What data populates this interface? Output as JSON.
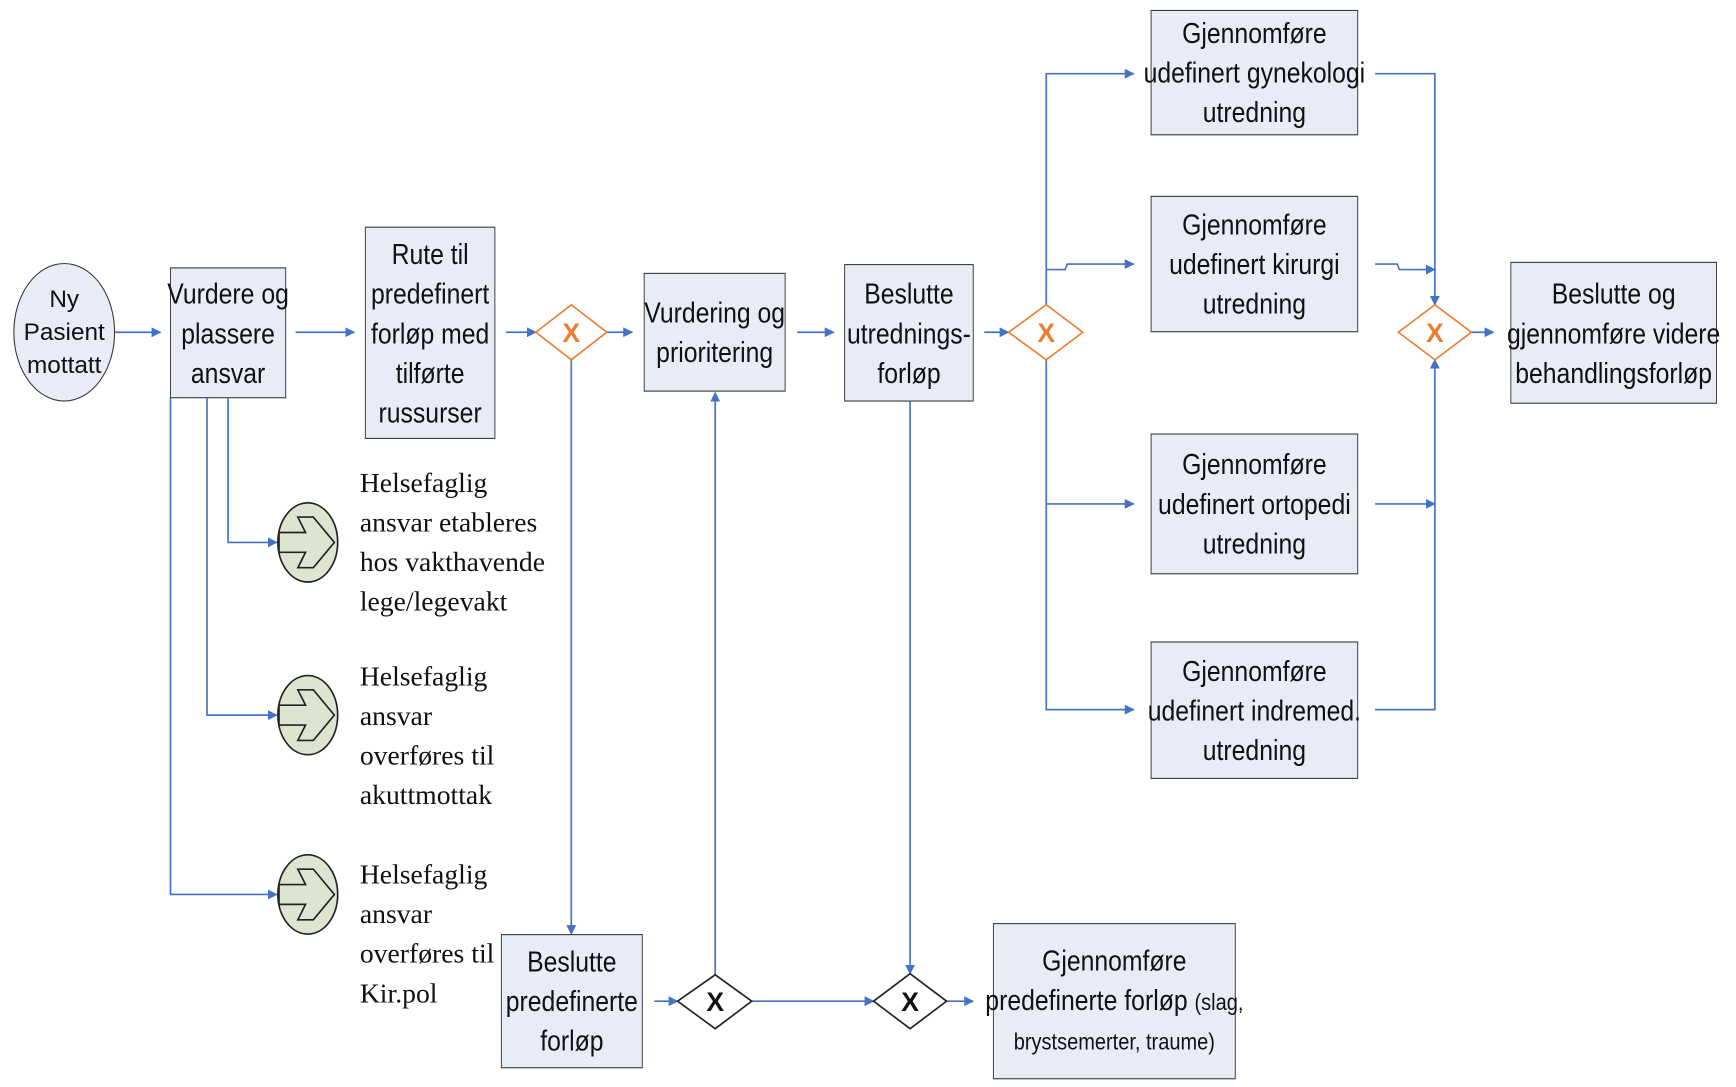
{
  "start_event": [
    "Ny",
    "Pasient",
    "mottatt"
  ],
  "boxes": {
    "vurdere": [
      "Vurdere og",
      "plassere",
      "ansvar"
    ],
    "rute": [
      "Rute til",
      "predefinert",
      "forløp med",
      "tilførte",
      "russurser"
    ],
    "vurdering": [
      "Vurdering og",
      "prioritering"
    ],
    "beslutte_utredning": [
      "Beslutte",
      "utrednings-",
      "forløp"
    ],
    "gynekologi": [
      "Gjennomføre",
      "udefinert gynekologi",
      "utredning"
    ],
    "kirurgi": [
      "Gjennomføre",
      "udefinert kirurgi",
      "utredning"
    ],
    "ortopedi": [
      "Gjennomføre",
      "udefinert ortopedi",
      "utredning"
    ],
    "indremed": [
      "Gjennomføre",
      "udefinert indremed.",
      "utredning"
    ],
    "videre": [
      "Beslutte og",
      "gjennomføre videre",
      "behandlingsforløp"
    ],
    "beslutte_predef": [
      "Beslutte",
      "predefinerte",
      "forløp"
    ],
    "gjennomfore_predef_line1": "Gjennomføre",
    "gjennomfore_predef_line2_main": "predefinerte forløp",
    "gjennomfore_predef_line2_small": "(slag,",
    "gjennomfore_predef_line3": "brystsemerter, traume)"
  },
  "notes": {
    "note1": [
      "Helsefaglig",
      "ansvar etableres",
      "hos vakthavende",
      "lege/legevakt"
    ],
    "note2": [
      "Helsefaglig",
      "ansvar",
      "overføres til",
      "akuttmottak"
    ],
    "note3": [
      "Helsefaglig",
      "ansvar",
      "overføres til",
      "Kir.pol"
    ]
  },
  "gateways": {
    "g1": "X",
    "g2": "X",
    "g3": "X",
    "g4": "X",
    "g5": "X"
  },
  "colors": {
    "connector": "#4472c4",
    "box_fill": "#e7ecf7",
    "gateway_orange": "#ed7d31",
    "arrow_fill": "#dde4cf"
  }
}
